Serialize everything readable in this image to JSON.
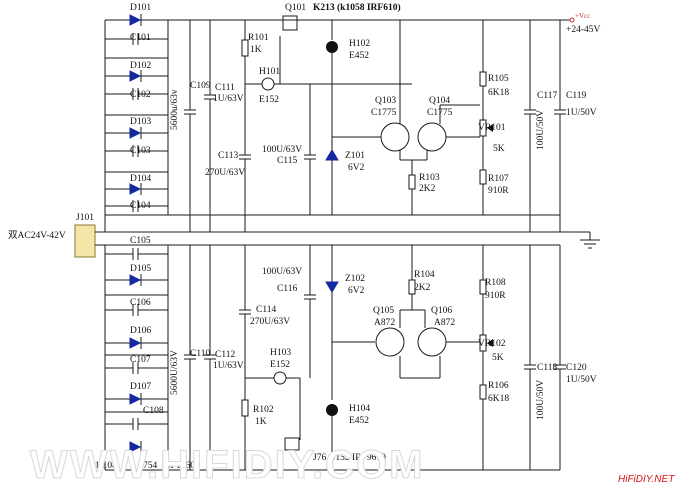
{
  "labels": {
    "d101": "D101",
    "c101": "C101",
    "d102": "D102",
    "c102": "C102",
    "d103": "D103",
    "c103": "C103",
    "d104": "D104",
    "c104": "C104",
    "c105": "C105",
    "d105": "D105",
    "c106": "C106",
    "d106": "D106",
    "c107": "C107",
    "d107": "D107",
    "c108": "C108",
    "c109": "C109",
    "c109v": "5600u/63v",
    "c110": "C110",
    "c110v": "5600U/63V",
    "c111": "C111",
    "c111v": "1U/63V",
    "c112": "C112",
    "c112v": "1U/63V",
    "c113": "C113",
    "c113v": "270U/63V",
    "c114": "C114",
    "c114v": "270U/63V",
    "c115": "C115",
    "c115v": "100U/63V",
    "c116": "C116",
    "c116v": "100U/63V",
    "c117": "C117",
    "c117v": "100U/50V",
    "c118": "C118",
    "c118v": "100U/50V",
    "c119": "C119",
    "c119v": "1U/50V",
    "c120": "C120",
    "c120v": "1U/50V",
    "q101": "Q101",
    "q101v": "K213 (k1058 IRF610)",
    "q103": "Q103",
    "q103v": "C1775",
    "q104": "Q104",
    "q104v": "C1775",
    "q105": "Q105",
    "q105v": "A872",
    "q106": "Q106",
    "q106v": "A872",
    "q102v": "J76 (J152 IRF9610",
    "r101": "R101",
    "r101v": "1K",
    "r102": "R102",
    "r102v": "1K",
    "r103": "R103",
    "r103v": "2K2",
    "r104": "R104",
    "r104v": "2K2",
    "r105": "R105",
    "r105v": "6K18",
    "r106": "R106",
    "r106v": "6K18",
    "r107": "R107",
    "r107v": "910R",
    "r108": "R108",
    "r108v": "910R",
    "vr101": "VR101",
    "vr101v": "5K",
    "vr102": "VR102",
    "vr102v": "5K",
    "h101": "H101",
    "h101v": "E152",
    "h103": "H103",
    "h103v": "E152",
    "h102": "H102",
    "h102v": "E452",
    "h104": "H104",
    "h104v": "E452",
    "z101": "Z101",
    "z101v": "6V2",
    "z102": "Z102",
    "z102v": "6V2",
    "j101": "J101",
    "input": "双AC24V-42V",
    "out_pos": "+24-45V",
    "vcc": "+Vcc",
    "bottom_left": "01-108",
    "bottom_mid": "754",
    "bottom_m": "(M 1460)",
    "site": "HiFiDIY.NET",
    "watermark": "WWW.HIFIDIY.COM"
  },
  "colors": {
    "diode_fill": "#1428a0",
    "wire": "#1a1a1a",
    "site_red": "#dd1111"
  }
}
